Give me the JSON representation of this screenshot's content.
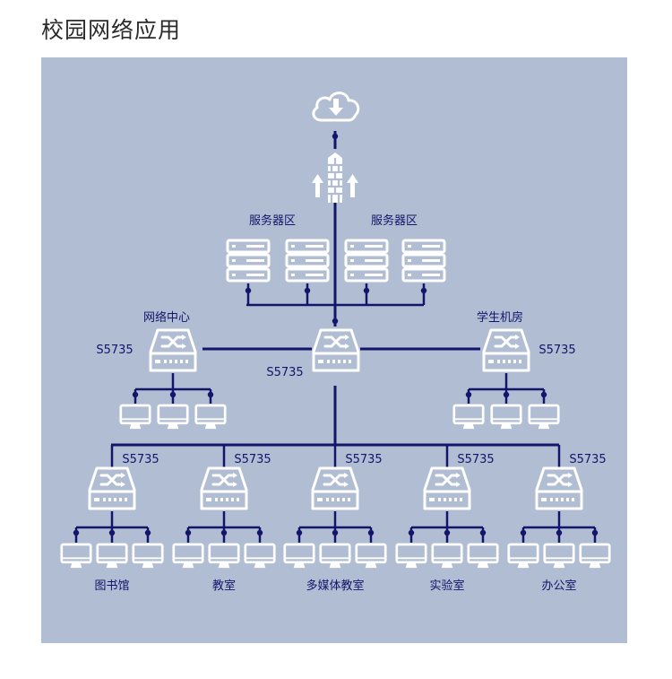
{
  "title": "校园网络应用",
  "colors": {
    "panel": "#b1bdd3",
    "line": "#13156b",
    "device": "#ffffff",
    "label": "#13156b"
  },
  "server_zones": [
    {
      "label": "服务器区",
      "icon": "server-rack-icon"
    },
    {
      "label": "服务器区",
      "icon": "server-rack-icon"
    }
  ],
  "cloud_icon": "cloud-download-icon",
  "firewall_icon": "firewall-icon",
  "core": {
    "model": "S5735",
    "icon": "switch-icon"
  },
  "side_nodes": [
    {
      "label": "网络中心",
      "model": "S5735",
      "icon": "switch-icon"
    },
    {
      "label": "学生机房",
      "model": "S5735",
      "icon": "switch-icon"
    }
  ],
  "access_nodes": [
    {
      "label": "图书馆",
      "model": "S5735",
      "icon": "switch-icon"
    },
    {
      "label": "教室",
      "model": "S5735",
      "icon": "switch-icon"
    },
    {
      "label": "多媒体教室",
      "model": "S5735",
      "icon": "switch-icon"
    },
    {
      "label": "实验室",
      "model": "S5735",
      "icon": "switch-icon"
    },
    {
      "label": "办公室",
      "model": "S5735",
      "icon": "switch-icon"
    }
  ],
  "terminal_icon": "monitor-icon"
}
